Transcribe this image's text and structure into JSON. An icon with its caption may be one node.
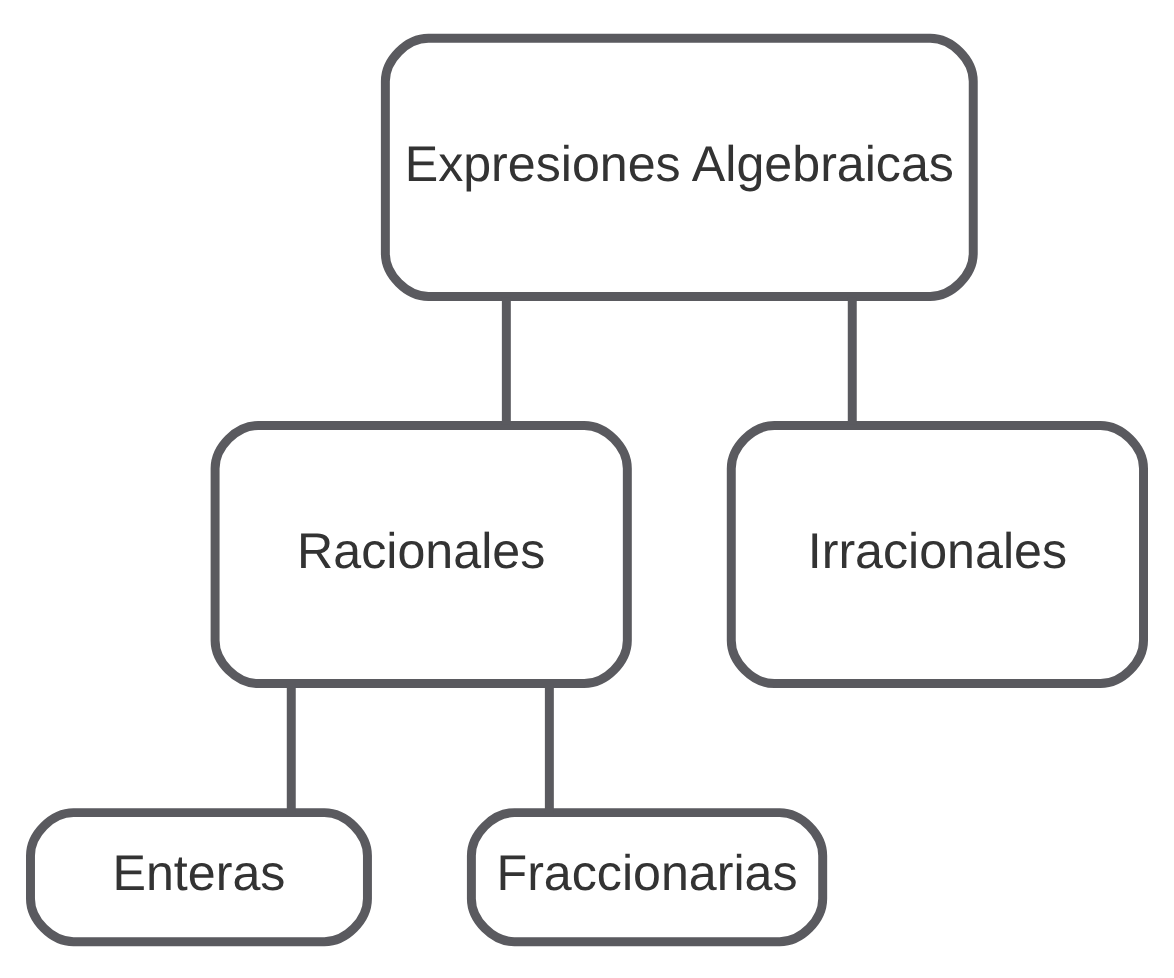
{
  "diagram": {
    "nodes": [
      {
        "text": [
          "Expresiones Algebraicas"
        ]
      },
      {
        "text": [
          "Racionales"
        ]
      },
      {
        "text": [
          "Irracionales"
        ]
      },
      {
        "text": [
          "Enteras"
        ]
      },
      {
        "text": [
          "Fraccionarias"
        ]
      }
    ],
    "edges": [
      {
        "from": 0,
        "to": 1,
        "arrow": "none"
      },
      {
        "from": 0,
        "to": 2,
        "arrow": "none"
      },
      {
        "from": 1,
        "to": 3,
        "arrow": "none"
      },
      {
        "from": 1,
        "to": 4,
        "arrow": "none"
      }
    ]
  }
}
